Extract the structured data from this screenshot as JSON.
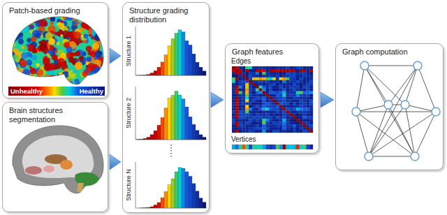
{
  "diagram": {
    "nodes": [
      {
        "text": [
          "Patch-based grading"
        ]
      },
      {
        "text": [
          "Brain structures segmentation"
        ]
      },
      {
        "text": [
          "Structure grading distribution"
        ]
      },
      {
        "text": [
          "Graph features"
        ]
      },
      {
        "text": [
          "Graph computation"
        ]
      }
    ],
    "edges": [
      {
        "from": 0,
        "to": 2,
        "arrow": "to"
      },
      {
        "from": 1,
        "to": 2,
        "arrow": "to"
      },
      {
        "from": 2,
        "to": 3,
        "arrow": "to"
      },
      {
        "from": 3,
        "to": 4,
        "arrow": "to"
      }
    ],
    "labels": [
      "Unhealthy",
      "Healthy",
      "Structure 1",
      "Structure 2",
      "Structure N",
      "Edges",
      "Vertices"
    ]
  }
}
